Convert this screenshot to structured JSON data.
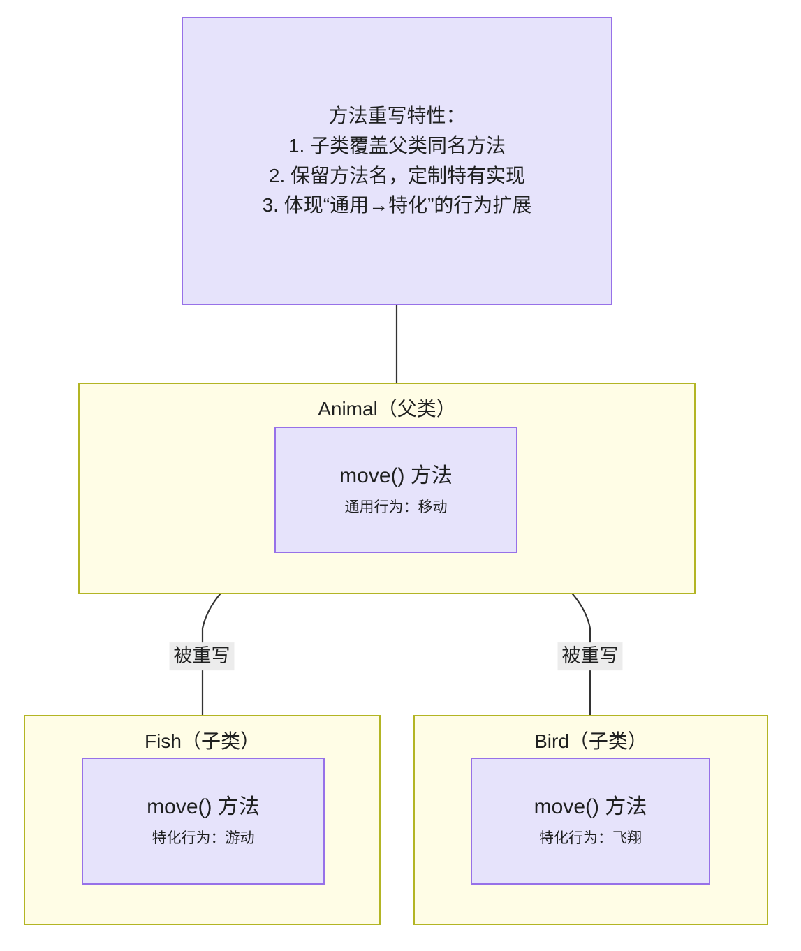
{
  "diagram": {
    "title_note": {
      "heading": "方法重写特性：",
      "lines": [
        "1. 子类覆盖父类同名方法",
        "2. 保留方法名，定制特有实现",
        "3. 体现“通用→特化”的行为扩展"
      ]
    },
    "clusters": [
      {
        "id": "animal",
        "title": "Animal（父类）",
        "node": {
          "title": "move() 方法",
          "subtitle": "通用行为：移动"
        }
      },
      {
        "id": "fish",
        "title": "Fish（子类）",
        "node": {
          "title": "move() 方法",
          "subtitle": "特化行为：游动"
        }
      },
      {
        "id": "bird",
        "title": "Bird（子类）",
        "node": {
          "title": "move() 方法",
          "subtitle": "特化行为：飞翔"
        }
      }
    ],
    "edges": [
      {
        "id": "note-to-animal",
        "label": ""
      },
      {
        "id": "animal-to-fish",
        "label": "被重写"
      },
      {
        "id": "animal-to-bird",
        "label": "被重写"
      }
    ],
    "colors": {
      "node_fill": "#e6e3fb",
      "node_border": "#9771e8",
      "cluster_fill": "#fffde6",
      "cluster_border": "#b3b524",
      "edge_stroke": "#333333",
      "edge_label_bg": "#ececec",
      "text": "#1f2020",
      "canvas": "#ffffff"
    }
  }
}
